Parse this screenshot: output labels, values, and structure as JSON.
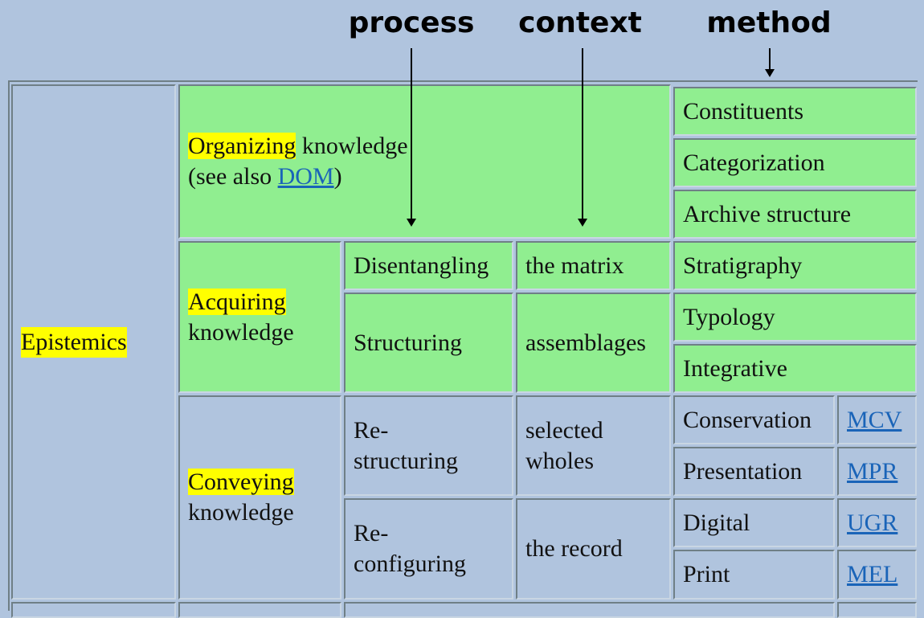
{
  "headers": {
    "process": "process",
    "context": "context",
    "method": "method"
  },
  "rows": {
    "domain": "Epistemics",
    "organizing": {
      "highlight": "Organizing",
      "rest": " knowledge",
      "line2_pre": "(see also ",
      "link": "DOM",
      "line2_post": ")"
    },
    "organizing_methods": [
      "Constituents",
      "Categorization",
      "Archive structure"
    ],
    "acquiring": {
      "highlight": "Acquiring",
      "rest": "knowledge"
    },
    "acquiring_process": [
      "Disentangling",
      "Structuring"
    ],
    "acquiring_context": [
      "the matrix",
      "assemblages"
    ],
    "acquiring_methods": [
      "Stratigraphy",
      "Typology",
      "Integrative"
    ],
    "conveying": {
      "highlight": "Conveying",
      "rest": "knowledge"
    },
    "conveying_process": [
      {
        "l1": "Re-",
        "l2": "structuring"
      },
      {
        "l1": "Re-",
        "l2": "configuring"
      }
    ],
    "conveying_context": [
      {
        "l1": "selected",
        "l2": "wholes"
      },
      {
        "l1": "the record",
        "l2": ""
      }
    ],
    "conveying_methods": [
      {
        "label": "Conservation",
        "code": "MCV"
      },
      {
        "label": "Presentation",
        "code": "MPR"
      },
      {
        "label": "Digital",
        "code": "UGR"
      },
      {
        "label": "Print",
        "code": "MEL"
      }
    ]
  }
}
